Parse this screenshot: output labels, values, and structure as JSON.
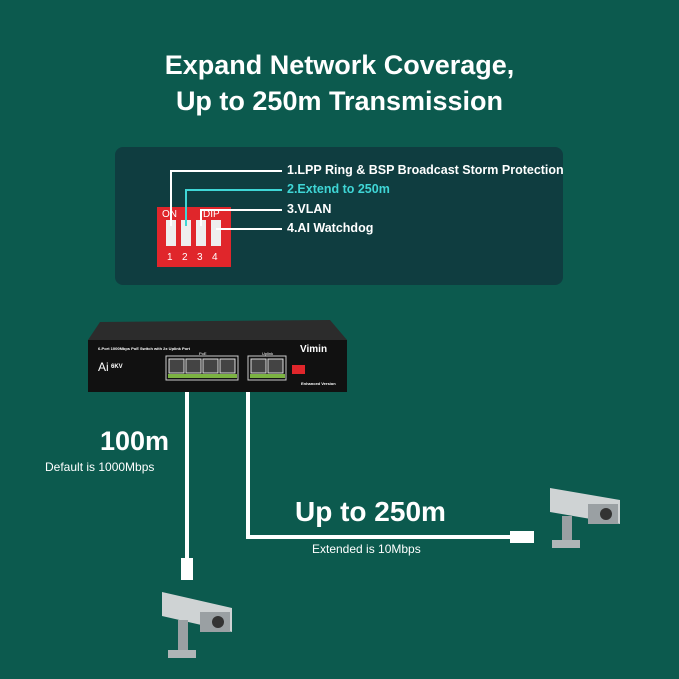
{
  "headline": {
    "line1": "Expand Network Coverage,",
    "line2": "Up to 250m Transmission"
  },
  "dip_panel": {
    "switch_labels": [
      "ON",
      "DIP"
    ],
    "switch_numbers": [
      "1",
      "2",
      "3",
      "4"
    ],
    "features": [
      "1.LPP Ring & BSP Broadcast Storm Protection",
      "2.Extend to 250m",
      "3.VLAN",
      "4.AI Watchdog"
    ],
    "highlight_color": "#3fd6d6",
    "dip_color": "#e0262b"
  },
  "device": {
    "model_text": "6-Port 1000Mbps PoE Switch with 2x Uplink Port",
    "brand": "Vimin",
    "ai_badge": "Ai",
    "surge": "6KV",
    "poe_label": "PoE",
    "uplink_label": "Uplink",
    "edition": "Enhanced Version"
  },
  "link_default": {
    "distance": "100m",
    "note": "Default is 1000Mbps"
  },
  "link_extended": {
    "distance": "Up to 250m",
    "note": "Extended is 10Mbps"
  }
}
